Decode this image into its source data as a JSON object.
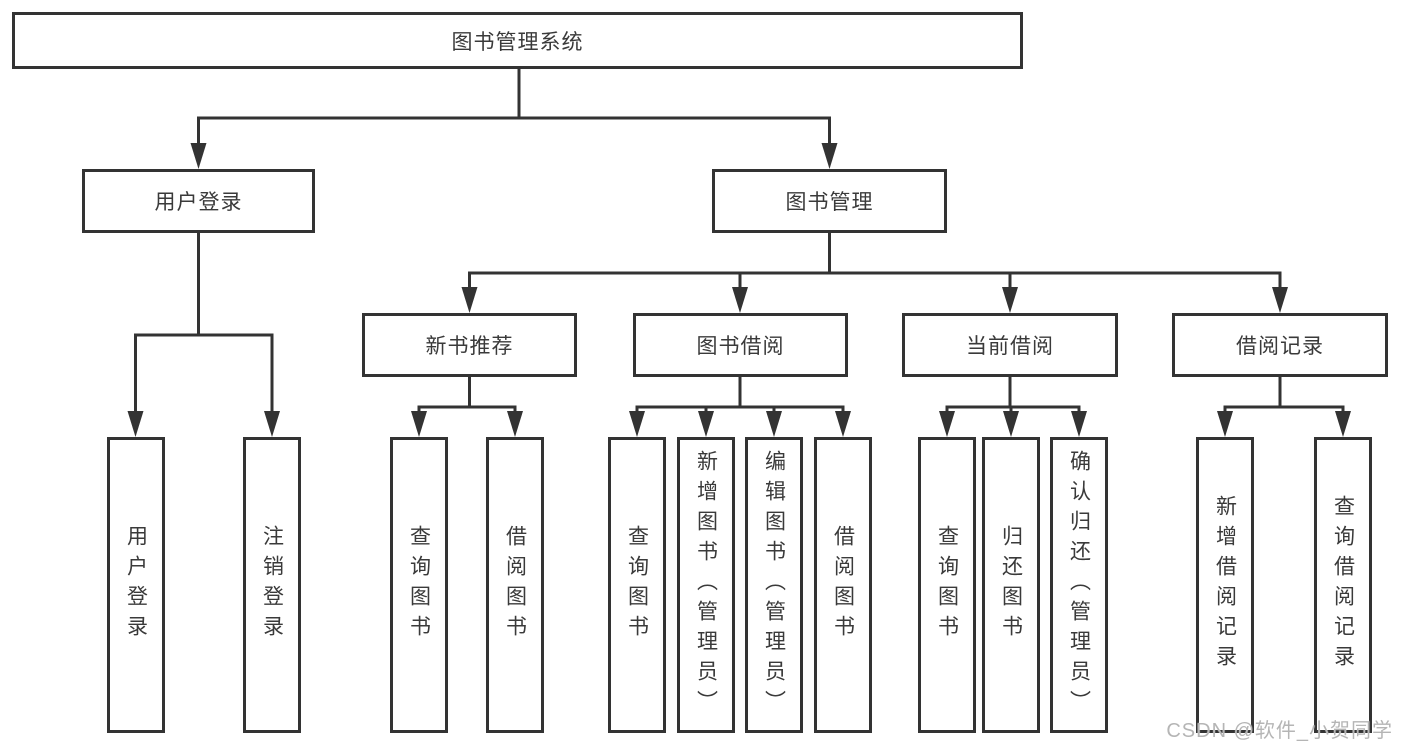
{
  "diagram": {
    "title": "图书管理系统",
    "type": "tree-hierarchy"
  },
  "nodes": {
    "root": {
      "label": "图书管理系统"
    },
    "user_login": {
      "label": "用户登录"
    },
    "book_mgmt": {
      "label": "图书管理"
    },
    "new_book_rec": {
      "label": "新书推荐"
    },
    "book_borrow": {
      "label": "图书借阅"
    },
    "current_borrow": {
      "label": "当前借阅"
    },
    "borrow_records": {
      "label": "借阅记录"
    },
    "user_login_leaf": {
      "label": "用户登录"
    },
    "logout_leaf": {
      "label": "注销登录"
    },
    "query_book_rec": {
      "label": "查询图书"
    },
    "borrow_book_rec": {
      "label": "借阅图书"
    },
    "query_book_borrow": {
      "label": "查询图书"
    },
    "add_book_admin": {
      "label": "新增图书（管理员）"
    },
    "edit_book_admin": {
      "label": "编辑图书（管理员）"
    },
    "borrow_book_leaf": {
      "label": "借阅图书"
    },
    "query_book_current": {
      "label": "查询图书"
    },
    "return_book": {
      "label": "归还图书"
    },
    "confirm_return_admin": {
      "label": "确认归还（管理员）"
    },
    "add_borrow_record": {
      "label": "新增借阅记录"
    },
    "query_borrow_record": {
      "label": "查询借阅记录"
    }
  },
  "hierarchy": {
    "图书管理系统": {
      "用户登录": [
        "用户登录",
        "注销登录"
      ],
      "图书管理": {
        "新书推荐": [
          "查询图书",
          "借阅图书"
        ],
        "图书借阅": [
          "查询图书",
          "新增图书（管理员）",
          "编辑图书（管理员）",
          "借阅图书"
        ],
        "当前借阅": [
          "查询图书",
          "归还图书",
          "确认归还（管理员）"
        ],
        "借阅记录": [
          "新增借阅记录",
          "查询借阅记录"
        ]
      }
    }
  },
  "watermark": {
    "text": "CSDN @软件_小贺同学"
  },
  "colors": {
    "line": "#333333",
    "text": "#3a3a3a",
    "background": "#ffffff",
    "watermark": "#b5b5b5"
  }
}
